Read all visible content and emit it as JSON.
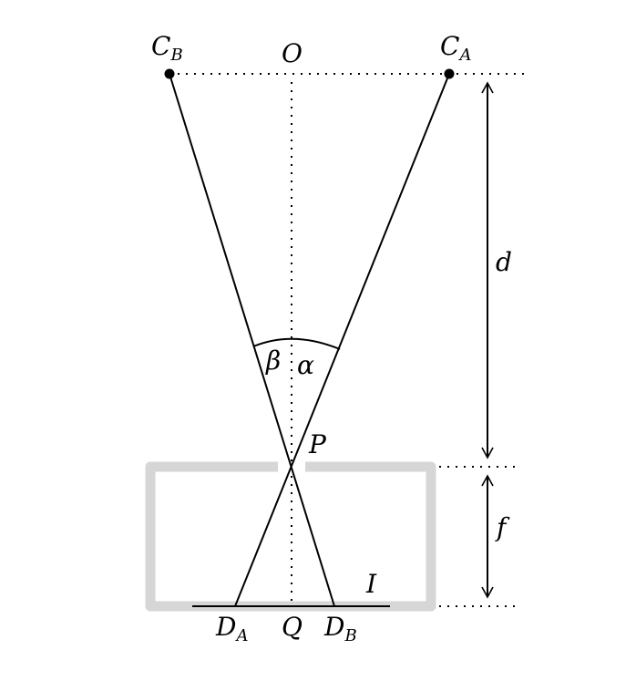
{
  "labels": {
    "camera_b": "C",
    "camera_b_sub": "B",
    "camera_a": "C",
    "camera_a_sub": "A",
    "origin": "O",
    "pinhole": "P",
    "image_center": "Q",
    "image_a": "D",
    "image_a_sub": "A",
    "image_b": "D",
    "image_b_sub": "B",
    "image_plane": "I",
    "angle_beta": "β",
    "angle_alpha": "α",
    "distance": "d",
    "focal_length": "f"
  },
  "colors": {
    "line": "#000000",
    "box": "#d6d6d6"
  }
}
